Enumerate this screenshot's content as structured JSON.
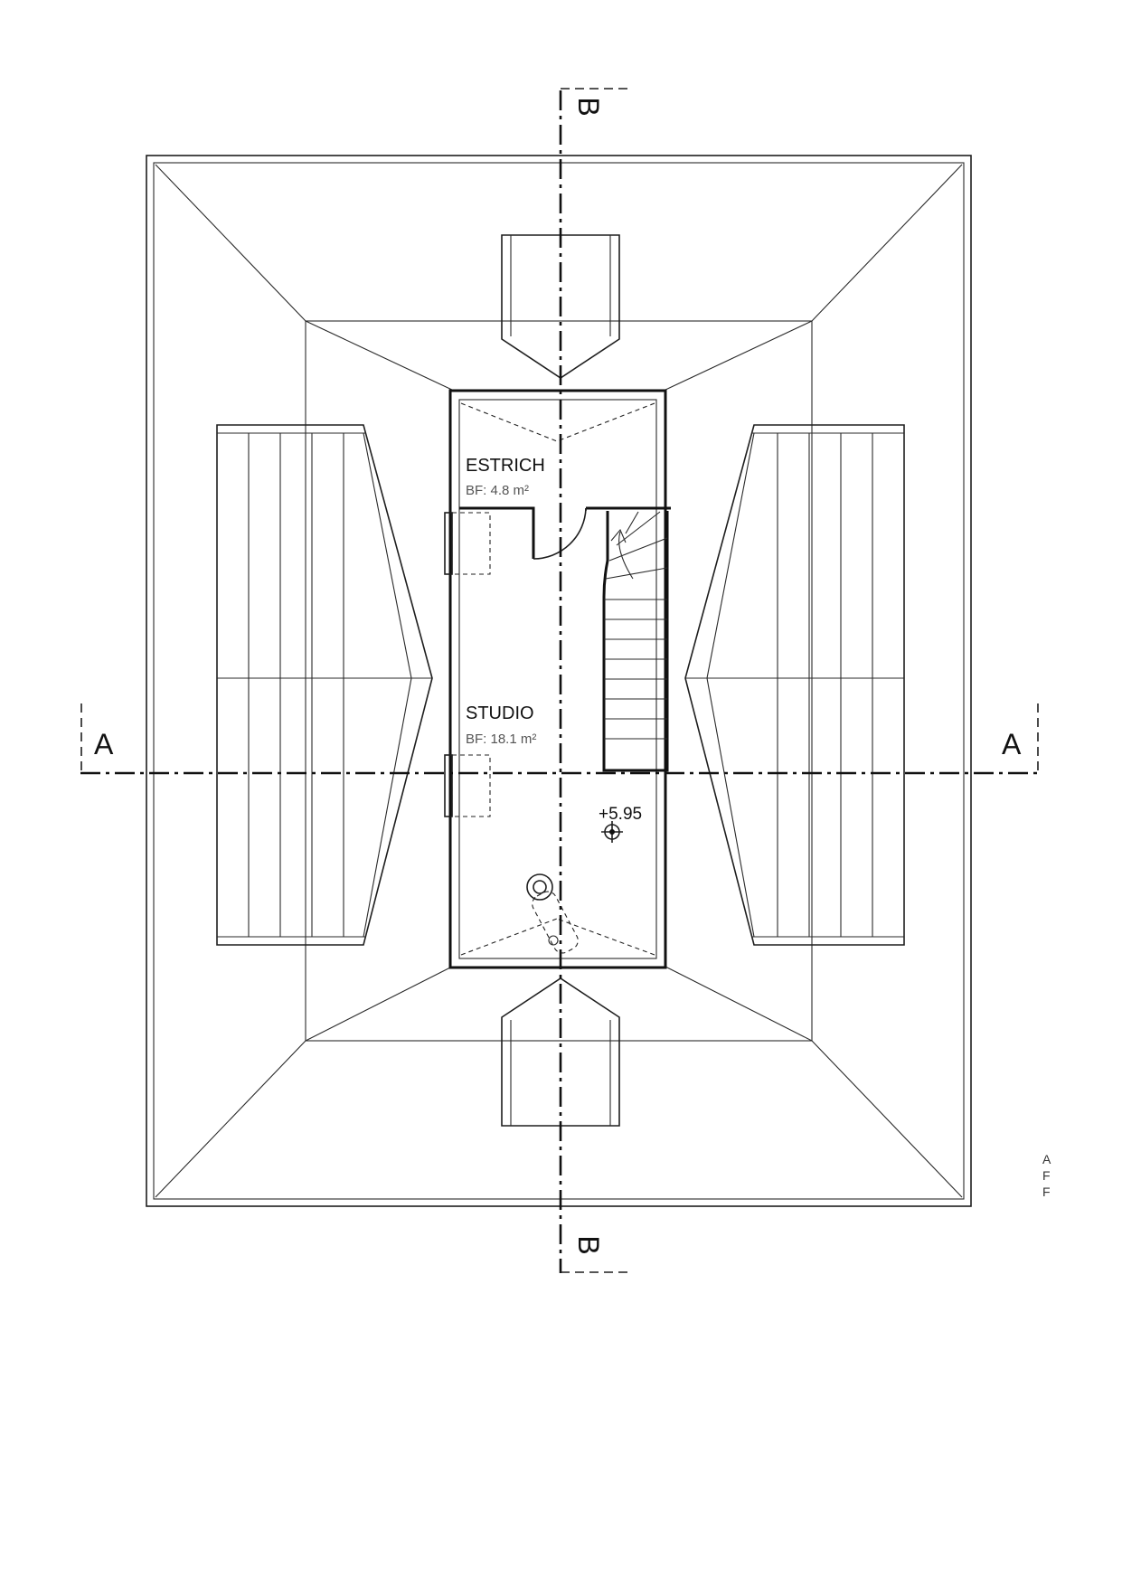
{
  "rooms": [
    {
      "name": "ESTRICH",
      "area": "BF:  4.8 m²"
    },
    {
      "name": "STUDIO",
      "area": "BF:  18.1 m²"
    }
  ],
  "section_marks": {
    "a_left": "A",
    "a_right": "A",
    "b_top": "B",
    "b_bottom": "B"
  },
  "level_marker": "+5.95",
  "edge_fragments": [
    "A",
    "F",
    "F"
  ]
}
